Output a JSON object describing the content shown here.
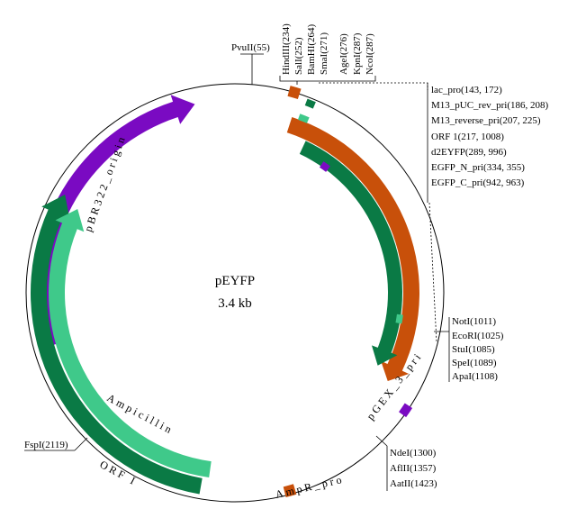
{
  "plasmid": {
    "name": "pEYFP",
    "size_label": "3.4 kb",
    "length_bp": 3400
  },
  "colors": {
    "orange": "#c8500a",
    "dark_green": "#0a7a45",
    "light_green": "#3fc98a",
    "purple": "#7a0ac2",
    "backbone": "#000000"
  },
  "top_sites": [
    {
      "label": "PvuII(55)"
    },
    {
      "label": "HindIII(234)"
    },
    {
      "label": "SalI(252)"
    },
    {
      "label": "BamHI(264)"
    },
    {
      "label": "SmaI(271)"
    },
    {
      "label": "AgeI(276)"
    },
    {
      "label": "KpnI(287)"
    },
    {
      "label": "NcoI(287)"
    }
  ],
  "feature_legend": [
    {
      "label": "lac_pro(143, 172)",
      "color": "#c8500a"
    },
    {
      "label": "M13_pUC_rev_pri(186, 208)",
      "color": "#0a7a45"
    },
    {
      "label": "M13_reverse_pri(207, 225)",
      "color": "#3fc98a"
    },
    {
      "label": "ORF 1(217, 1008)",
      "color": "#c8500a"
    },
    {
      "label": "d2EYFP(289, 996)",
      "color": "#0a7a45"
    },
    {
      "label": "EGFP_N_pri(334, 355)",
      "color": "#7a0ac2"
    },
    {
      "label": "EGFP_C_pri(942, 963)",
      "color": "#3fc98a"
    }
  ],
  "right_sites": [
    {
      "label": "NotI(1011)"
    },
    {
      "label": "EcoRI(1025)"
    },
    {
      "label": "StuI(1085)"
    },
    {
      "label": "SpeI(1089)"
    },
    {
      "label": "ApaI(1108)"
    }
  ],
  "lower_sites": [
    {
      "label": "NdeI(1300)"
    },
    {
      "label": "AflII(1357)"
    },
    {
      "label": "AatII(1423)"
    }
  ],
  "left_site": {
    "label": "FspI(2119)"
  },
  "arc_labels": {
    "pbr322_origin": "pBR322_origin",
    "ampicillin": "Ampicillin",
    "orf_i": "ORF I",
    "ampr_pro": "AmpR_pro",
    "pgex_3_pri": "pGEX_3_pri"
  }
}
